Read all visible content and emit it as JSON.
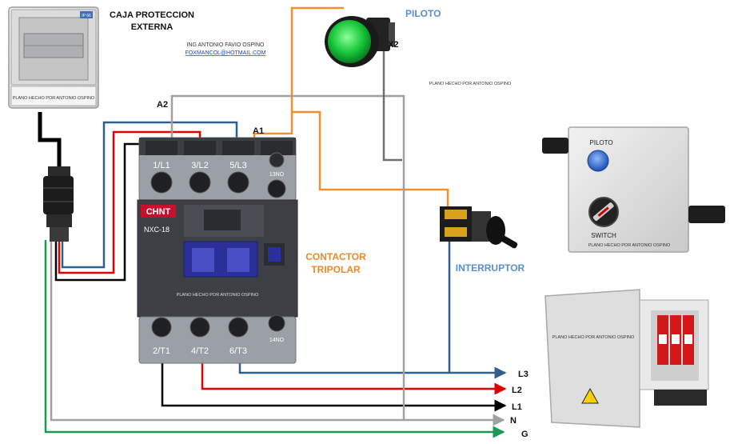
{
  "header": {
    "caja_title_1": "CAJA PROTECCION",
    "caja_title_2": "EXTERNA",
    "author_name": "ING ANTONIO FAVIO OSPINO",
    "author_email": "FOXMANCOL@HOTMAIL.COM",
    "plano_credit": "PLANO HECHO POR ANTONIO OSPINO"
  },
  "caja": {
    "plate_text": "PLANO HECHO POR ANTONIO OSPINO",
    "badge": "IP 66"
  },
  "labels": {
    "a1": "A1",
    "a2": "A2",
    "x2": "X2",
    "piloto": "PILOTO",
    "contactor_1": "CONTACTOR",
    "contactor_2": "TRIPOLAR",
    "interruptor": "INTERRUPTOR"
  },
  "contactor": {
    "brand": "CHNT",
    "model": "NXC-18",
    "plate": "PLANO HECHO POR ANTONIO OSPINO",
    "top_terminals": [
      "1/L1",
      "3/L2",
      "5/L3",
      "13NO"
    ],
    "bottom_terminals": [
      "2/T1",
      "4/T2",
      "6/T3",
      "14NO"
    ]
  },
  "control_box": {
    "piloto": "PILOTO",
    "switch": "SWITCH",
    "plate": "PLANO HECHO POR ANTONIO OSPINO"
  },
  "breaker_box": {
    "plate": "PLANO HECHO POR ANTONIO OSPINO"
  },
  "lines": {
    "l3": "L3",
    "l2": "L2",
    "l1": "L1",
    "n": "N",
    "g": "G"
  },
  "colors": {
    "blue_wire": "#2f5f8a",
    "red_wire": "#e00000",
    "black_wire": "#000000",
    "gray_wire": "#a0a0a0",
    "green_wire": "#1a9a50",
    "orange_wire": "#f0902a",
    "dark_gray_wire": "#6f6f6f",
    "label_blue": "#5b8fc8",
    "label_orange": "#e98b2a",
    "contactor_body": "#3c3f44",
    "contactor_gray": "#9aa0a6",
    "button_blue": "#2f6fd0"
  }
}
